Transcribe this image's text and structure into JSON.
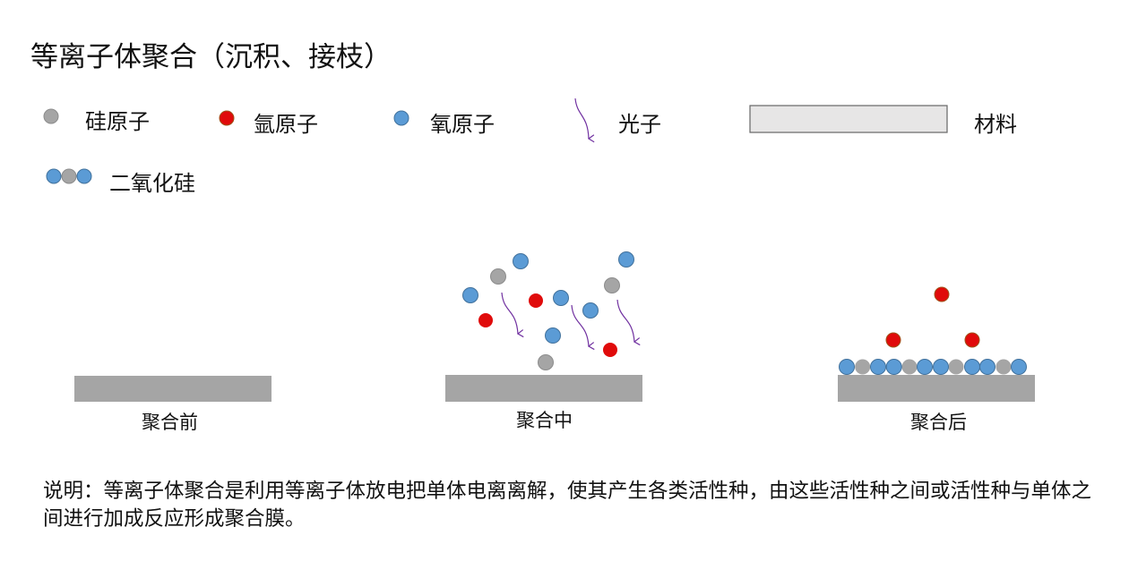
{
  "title": "等离子体聚合（沉积、接枝）",
  "legend": {
    "silicon": "硅原子",
    "argon": "氩原子",
    "oxygen": "氧原子",
    "photon": "光子",
    "material": "材料",
    "silica": "二氧化硅"
  },
  "captions": {
    "before": "聚合前",
    "during": "聚合中",
    "after": "聚合后"
  },
  "note": "说明：等离子体聚合是利用等离子体放电把单体电离离解，使其产生各类活性种，由这些活性种之间或活性种与单体之间进行加成反应形成聚合膜。",
  "colors": {
    "silicon": "#a5a5a5",
    "argon": "#e00b0b",
    "oxygen": "#5b9bd5",
    "photon": "#7030a0",
    "material_fill": "#e7e6e6",
    "substrate": "#a5a5a5"
  }
}
